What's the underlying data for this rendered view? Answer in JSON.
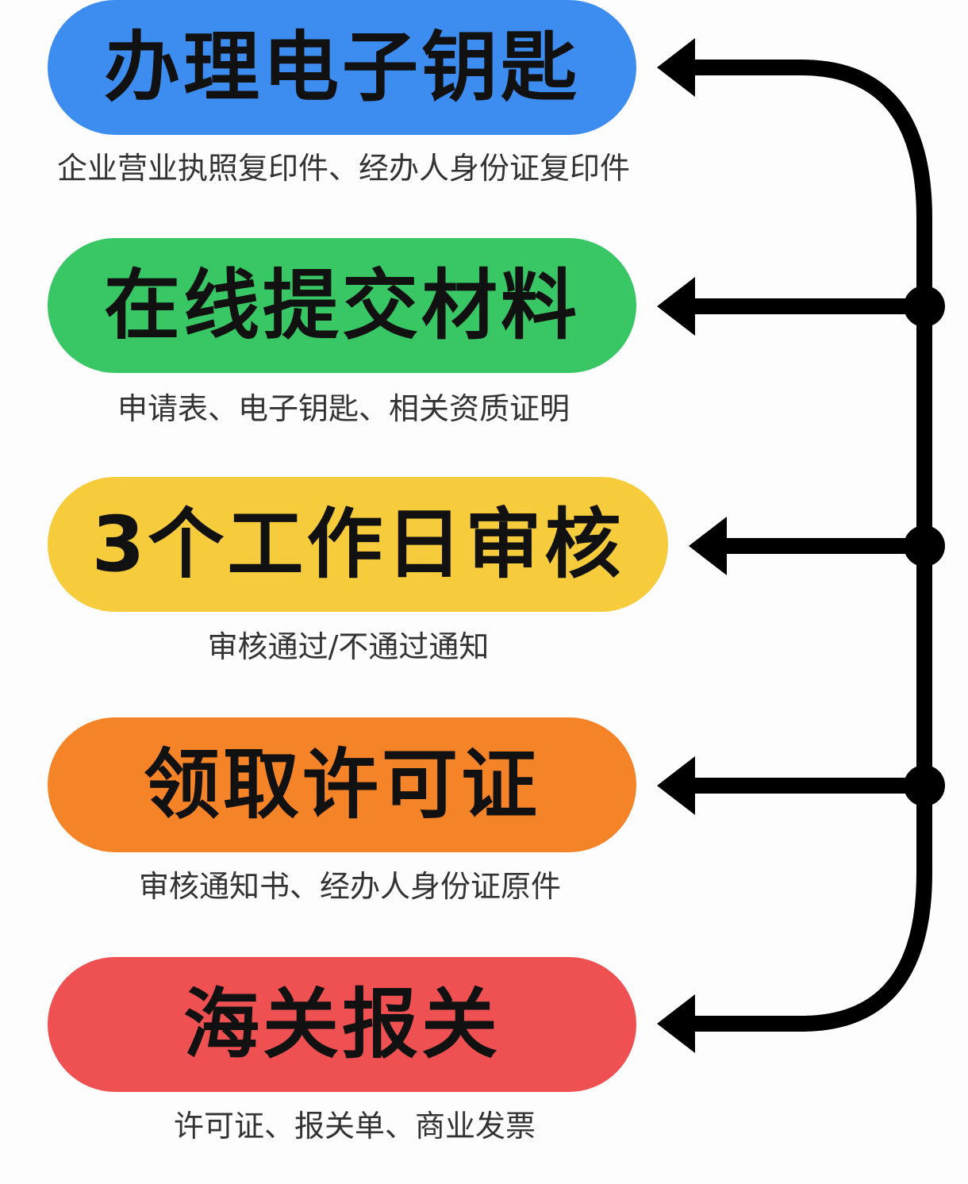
{
  "steps": [
    {
      "title": "办理电子钥匙",
      "desc": "企业营业执照复印件、经办人身份证复印件",
      "color": "#3d8cf0"
    },
    {
      "title": "在线提交材料",
      "desc": "申请表、电子钥匙、相关资质证明",
      "color": "#39c765"
    },
    {
      "title": "3个工作日审核",
      "desc": "审核通过/不通过通知",
      "color": "#f6cc3c"
    },
    {
      "title": "领取许可证",
      "desc": "审核通知书、经办人身份证原件",
      "color": "#f58328"
    },
    {
      "title": "海关报关",
      "desc": "许可证、报关单、商业发票",
      "color": "#ef5152"
    }
  ],
  "connector_color": "#000000"
}
